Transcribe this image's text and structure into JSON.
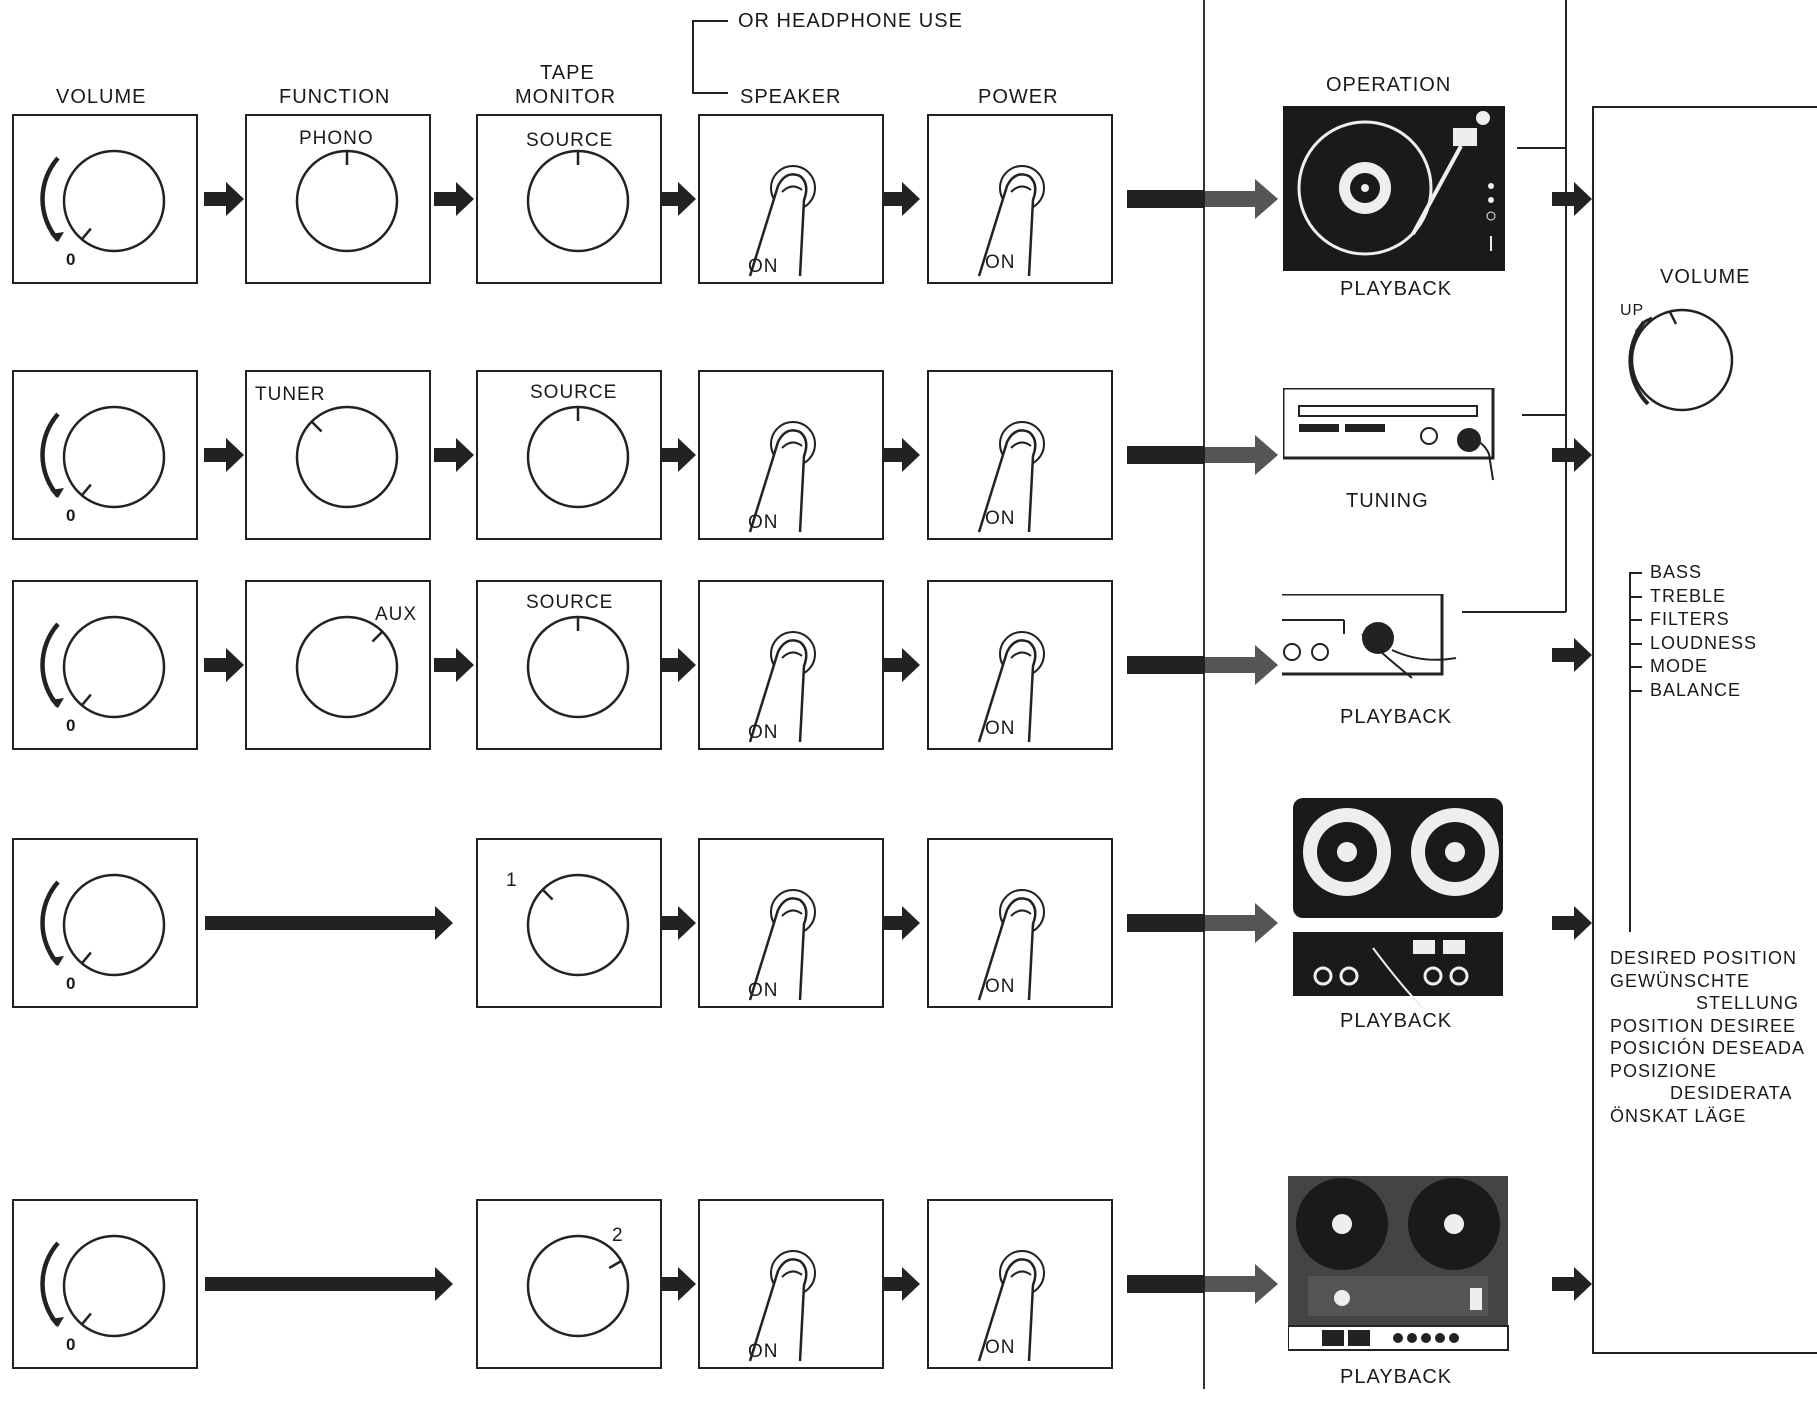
{
  "header": {
    "volume": "VOLUME",
    "function": "FUNCTION",
    "tape_monitor_1": "TAPE",
    "tape_monitor_2": "MONITOR",
    "speaker": "SPEAKER",
    "power": "POWER",
    "or_headphone": "OR HEADPHONE USE",
    "operation": "OPERATION"
  },
  "rows": [
    {
      "volume_zero": "0",
      "function_label": "PHONO",
      "tape_label": "SOURCE",
      "speaker_on": "ON",
      "power_on": "ON",
      "device_label": "PLAYBACK"
    },
    {
      "volume_zero": "0",
      "function_label": "TUNER",
      "tape_label": "SOURCE",
      "speaker_on": "ON",
      "power_on": "ON",
      "device_label": "TUNING"
    },
    {
      "volume_zero": "0",
      "function_label": "AUX",
      "tape_label": "SOURCE",
      "speaker_on": "ON",
      "power_on": "ON",
      "device_label": "PLAYBACK"
    },
    {
      "volume_zero": "0",
      "tape_label": "1",
      "speaker_on": "ON",
      "power_on": "ON",
      "device_label": "PLAYBACK"
    },
    {
      "volume_zero": "0",
      "tape_label": "2",
      "speaker_on": "ON",
      "power_on": "ON",
      "device_label": "PLAYBACK"
    }
  ],
  "right_panel": {
    "volume": "VOLUME",
    "up": "UP",
    "controls": [
      "BASS",
      "TREBLE",
      "FILTERS",
      "LOUDNESS",
      "MODE",
      "BALANCE"
    ],
    "desired": [
      "DESIRED POSITION",
      "GEWÜNSCHTE",
      "STELLUNG",
      "POSITION DESIREE",
      "POSICIÓN DESEADA",
      "POSIZIONE",
      "DESIDERATA",
      "ÖNSKAT LÄGE"
    ]
  }
}
